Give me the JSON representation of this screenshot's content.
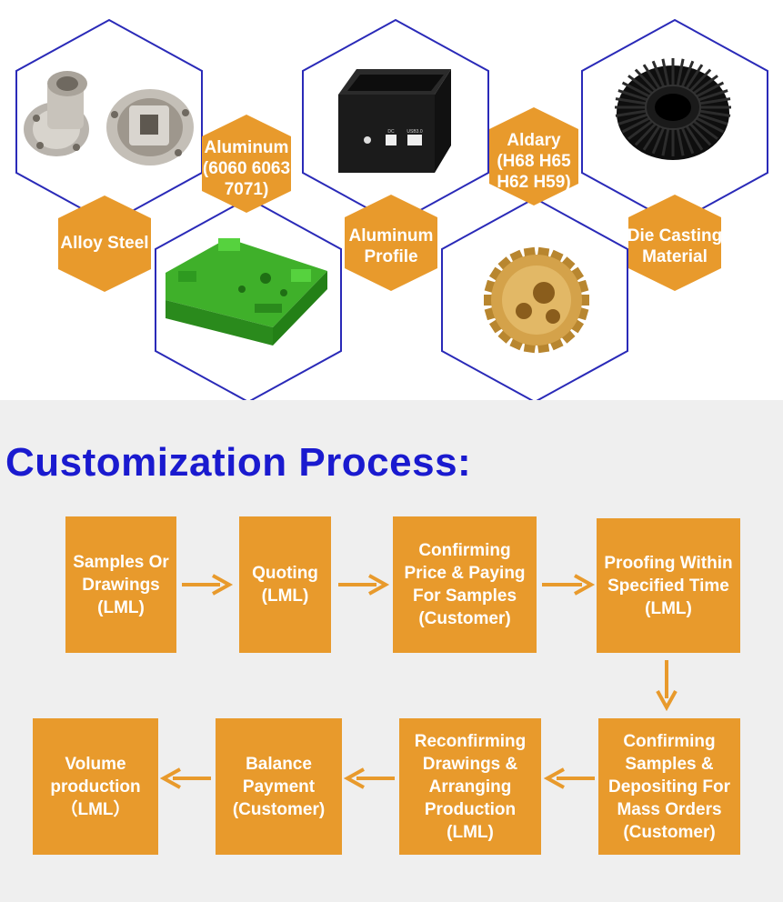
{
  "materials": [
    {
      "label": "Alloy Steel",
      "image": "machined-steel-flange-parts"
    },
    {
      "label": "Aluminum\n(6060 6063\n7071)",
      "image": ""
    },
    {
      "label": "Aluminum\nProfile",
      "image": "black-aluminum-enclosure"
    },
    {
      "label": "Aldary\n(H68 H65\nH62 H59)",
      "image": ""
    },
    {
      "label": "Die Casting\nMaterial",
      "image": "black-heatsink"
    },
    {
      "label": "",
      "image": "green-anodized-bracket"
    },
    {
      "label": "",
      "image": "brass-gear"
    }
  ],
  "enclosure_marks": [
    "DC",
    "USB3.0"
  ],
  "title": "Customization Process:",
  "steps": [
    "Samples Or\nDrawings\n(LML)",
    "Quoting\n(LML)",
    "Confirming\nPrice & Paying\nFor Samples\n(Customer)",
    "Proofing Within\nSpecified Time\n(LML)",
    "Confirming\nSamples &\nDepositing For\nMass Orders\n(Customer)",
    "Reconfirming\nDrawings &\nArranging\nProduction\n(LML)",
    "Balance\nPayment\n(Customer)",
    "Volume\nproduction\n（LML）"
  ],
  "colors": {
    "orange": "#e89a2c",
    "hex_border": "#2a2ab8",
    "title_blue": "#1a1acf",
    "bottom_bg": "#efefef"
  }
}
